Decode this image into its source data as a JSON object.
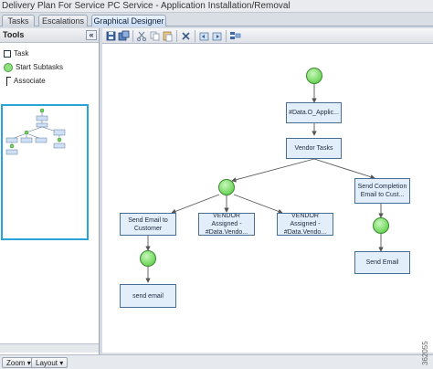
{
  "window": {
    "title": "Delivery Plan For Service PC Service - Application Installation/Removal"
  },
  "tabs": [
    {
      "label": "Tasks",
      "active": false
    },
    {
      "label": "Escalations",
      "active": false
    },
    {
      "label": "Graphical Designer",
      "active": true
    }
  ],
  "tools_panel": {
    "title": "Tools",
    "collapse_icon": "double-chevron-left-icon",
    "items": [
      {
        "label": "Task",
        "icon": "task-square-icon"
      },
      {
        "label": "Start Subtasks",
        "icon": "start-circle-icon"
      },
      {
        "label": "Associate",
        "icon": "associate-connector-icon"
      }
    ]
  },
  "toolbar": {
    "buttons": [
      "save-icon",
      "save-as-icon",
      "cut-icon",
      "copy-icon",
      "paste-icon",
      "delete-icon",
      "undo-icon",
      "redo-icon",
      "layout-icon"
    ]
  },
  "diagram": {
    "nodes": [
      {
        "id": "data",
        "label": "#Data.O_Applic..."
      },
      {
        "id": "vendor",
        "label": "Vendor Tasks"
      },
      {
        "id": "sendcomp",
        "label": "Send Completion Email to Cust..."
      },
      {
        "id": "sendemail",
        "label": "Send Email to Customer"
      },
      {
        "id": "va1",
        "label": "VENDOR Assigned - #Data.Vendo..."
      },
      {
        "id": "va2",
        "label": "VENDOR Assigned - #Data.Vendo..."
      },
      {
        "id": "sendmail2",
        "label": "Send Email"
      },
      {
        "id": "sendemaillower",
        "label": "send email"
      }
    ]
  },
  "statusbar": {
    "zoom_label": "Zoom",
    "layout_label": "Layout"
  },
  "watermark": "362055",
  "colors": {
    "node_fill": "#e3eefb",
    "node_border": "#4a6d96",
    "start_green": "#6fd65b",
    "overview_border": "#2aa3d8"
  }
}
